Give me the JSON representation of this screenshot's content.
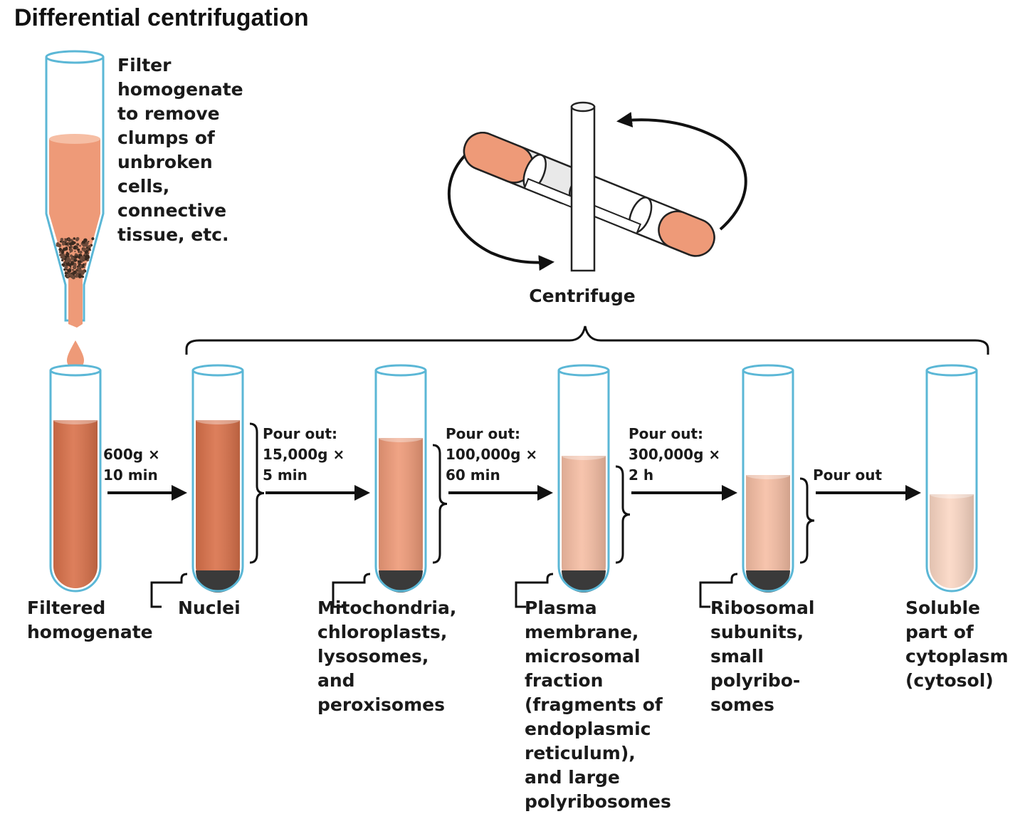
{
  "title": "Differential centrifugation",
  "filter_caption": [
    "Filter",
    "homogenate",
    "to remove",
    "clumps of",
    "unbroken",
    "cells,",
    "connective",
    "tissue, etc."
  ],
  "centrifuge_label": "Centrifuge",
  "steps": [
    {
      "lines": [
        "600g ×",
        "10 min"
      ]
    },
    {
      "lines": [
        "Pour out:",
        "15,000g ×",
        "5 min"
      ]
    },
    {
      "lines": [
        "Pour out:",
        "100,000g ×",
        "60 min"
      ]
    },
    {
      "lines": [
        "Pour out:",
        "300,000g ×",
        "2 h"
      ]
    },
    {
      "lines": [
        "Pour out"
      ]
    }
  ],
  "tube_labels": [
    [
      "Filtered",
      "homogenate"
    ],
    [
      "Nuclei"
    ],
    [
      "Mitochondria,",
      "chloroplasts,",
      "lysosomes,",
      "and",
      "peroxisomes"
    ],
    [
      "Plasma",
      "membrane,",
      "microsomal",
      "fraction",
      "(fragments of",
      "endoplasmic",
      "reticulum),",
      "and large",
      "polyribosomes"
    ],
    [
      "Ribosomal",
      "subunits,",
      "small",
      "polyribo-",
      "somes"
    ],
    [
      "Soluble",
      "part of",
      "cytoplasm",
      "(cytosol)"
    ]
  ],
  "colors": {
    "tube_outline": "#5bb7d6",
    "liquid_dark": "#d9714a",
    "liquid_mid": "#ee9a78",
    "liquid_light": "#f6bea4",
    "liquid_pale": "#fbd7c4",
    "pellet": "#3a3a3a",
    "debris": "#6b4a3a"
  }
}
